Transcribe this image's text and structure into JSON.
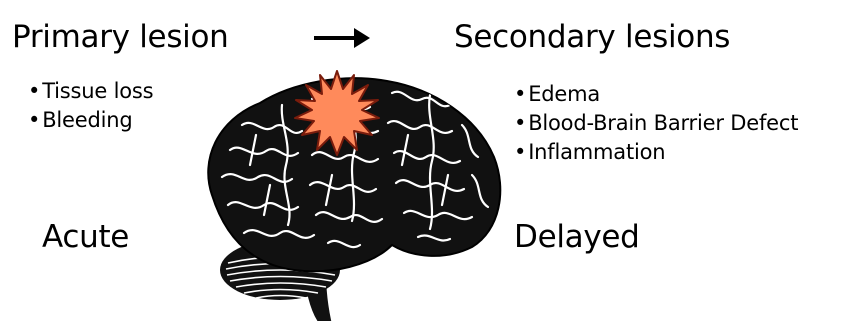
{
  "primary": {
    "title": "Primary lesion",
    "items": [
      "Tissue loss",
      "Bleeding"
    ],
    "phase": "Acute"
  },
  "secondary": {
    "title": "Secondary lesions",
    "items": [
      "Edema",
      "Blood-Brain Barrier Defect",
      "Inflammation"
    ],
    "phase": "Delayed"
  },
  "colors": {
    "lesion_fill": "#ff8a5b",
    "lesion_stroke": "#7a1c0c",
    "brain_fill": "#111111",
    "brain_lines": "#ffffff"
  },
  "icons": {
    "arrow": "right-arrow-icon",
    "brain": "brain-illustration",
    "lesion": "starburst-lesion-icon"
  }
}
